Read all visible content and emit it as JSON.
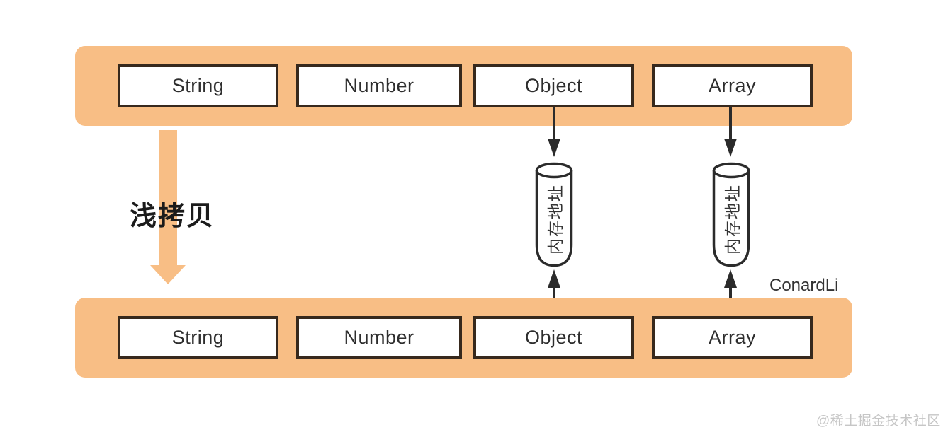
{
  "diagram": {
    "copy_label": "浅拷贝",
    "memory_label": "内存地址",
    "author": "ConardLi",
    "community": "@稀土掘金技术社区",
    "top_row": {
      "types": [
        "String",
        "Number",
        "Object",
        "Array"
      ]
    },
    "bottom_row": {
      "types": [
        "String",
        "Number",
        "Object",
        "Array"
      ]
    },
    "colors": {
      "bar_fill": "#f8be85",
      "box_border": "#37291d",
      "box_fill": "#ffffff",
      "line": "#2b2b2b",
      "label_text": "#1b1b1b",
      "watermark_gray": "#c6c6c6"
    }
  }
}
